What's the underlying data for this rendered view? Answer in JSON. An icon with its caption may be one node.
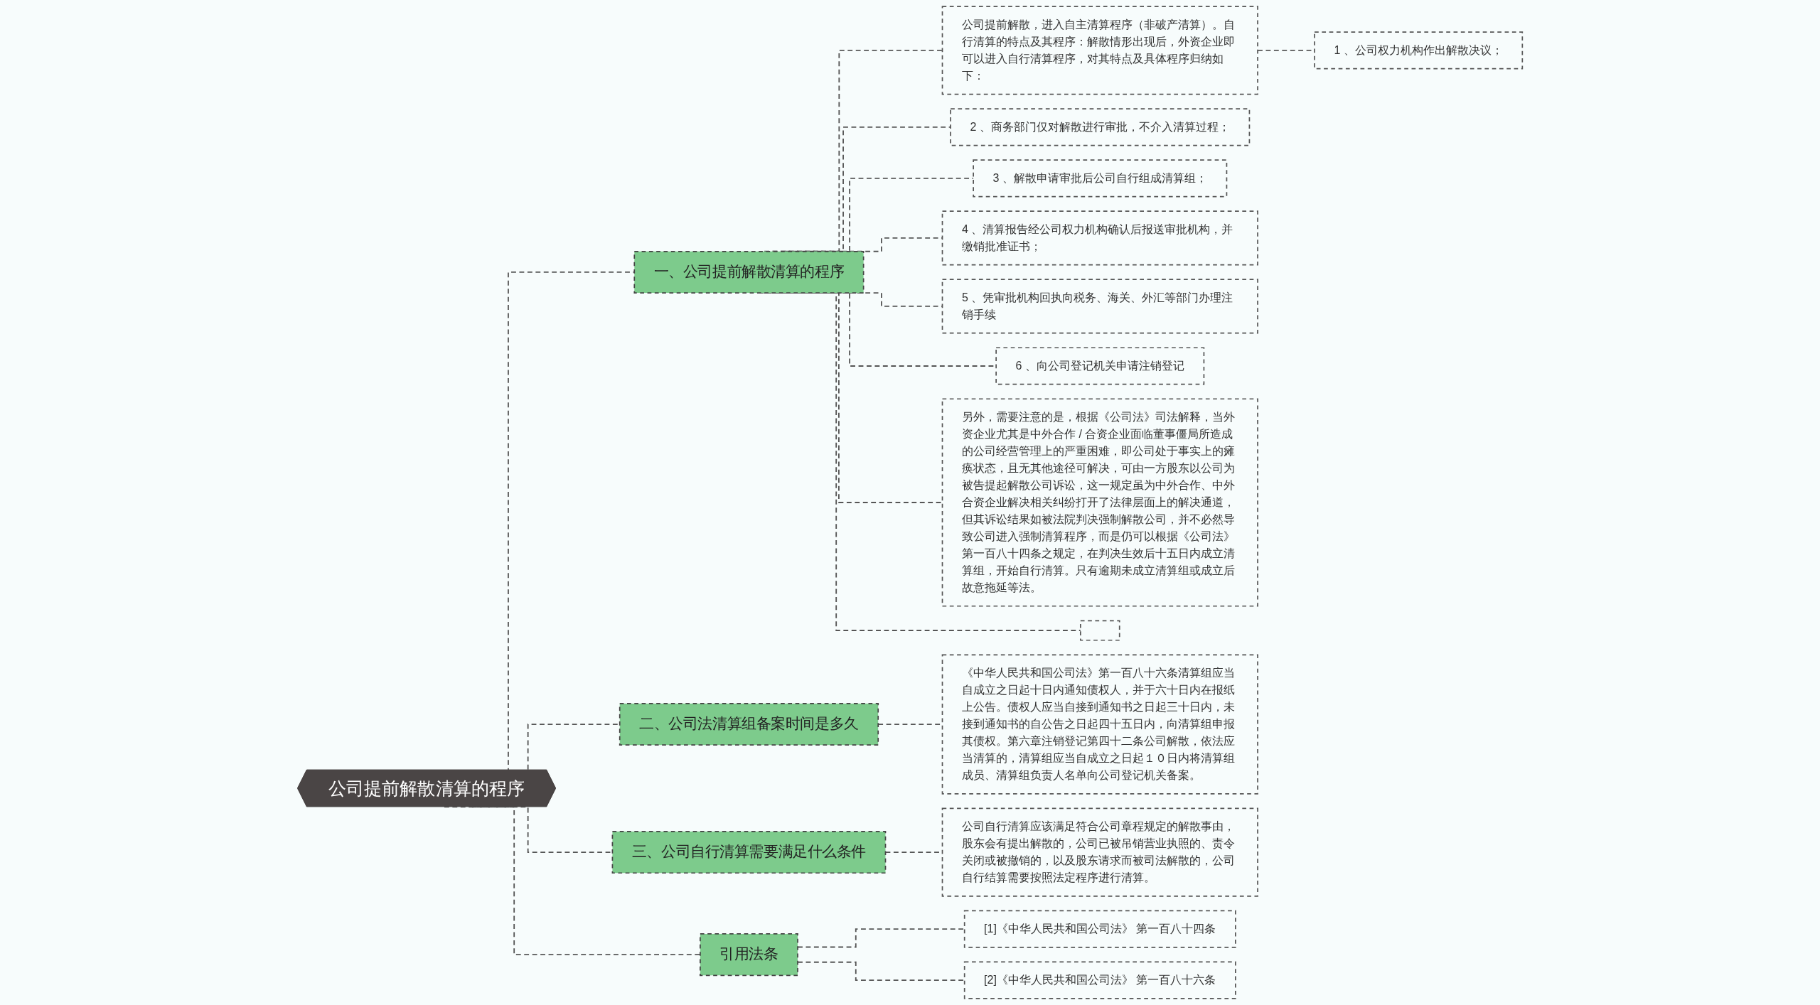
{
  "diagram": {
    "nodes": [
      {
        "text": [
          "公司提前解散清算的程序"
        ]
      },
      {
        "text": [
          "一、公司提前解散清算的程序"
        ]
      },
      {
        "text": [
          "公司提前解散，进入自主清算程序（非破产清算）。自行清算的特点及其程序：解散情形出现后，外资企业即可以进入自行清算程序，对其特点及具体程序归纳如下："
        ]
      },
      {
        "text": [
          "1 、公司权力机构作出解散决议；"
        ]
      },
      {
        "text": [
          "2 、商务部门仅对解散进行审批，不介入清算过程；"
        ]
      },
      {
        "text": [
          "3 、解散申请审批后公司自行组成清算组；"
        ]
      },
      {
        "text": [
          "4 、清算报告经公司权力机构确认后报送审批机构，并缴销批准证书；"
        ]
      },
      {
        "text": [
          "5 、凭审批机构回执向税务、海关、外汇等部门办理注销手续"
        ]
      },
      {
        "text": [
          "6 、向公司登记机关申请注销登记"
        ]
      },
      {
        "text": [
          "另外，需要注意的是，根据《公司法》司法解释，当外资企业尤其是中外合作 / 合资企业面临董事僵局所造成的公司经营管理上的严重困难，即公司处于事实上的瘫痪状态，且无其他途径可解决，可由一方股东以公司为被告提起解散公司诉讼，这一规定虽为中外合作、中外合资企业解决相关纠纷打开了法律层面上的解决通道，但其诉讼结果如被法院判决强制解散公司，并不必然导致公司进入强制清算程序，而是仍可以根据《公司法》第一百八十四条之规定，在判决生效后十五日内成立清算组，开始自行清算。只有逾期未成立清算组或成立后故意拖延等法。"
        ]
      },
      {
        "text": [],
        "shape": "box"
      },
      {
        "text": [
          "二、公司法清算组备案时间是多久"
        ]
      },
      {
        "text": [
          "《中华人民共和国公司法》第一百八十六条清算组应当自成立之日起十日内通知债权人，并于六十日内在报纸上公告。债权人应当自接到通知书之日起三十日内，未接到通知书的自公告之日起四十五日内，向清算组申报其债权。第六章注销登记第四十二条公司解散，依法应当清算的，清算组应当自成立之日起１０日内将清算组成员、清算组负责人名单向公司登记机关备案。"
        ]
      },
      {
        "text": [
          "三、公司自行清算需要满足什么条件"
        ]
      },
      {
        "text": [
          "公司自行清算应该满足符合公司章程规定的解散事由，股东会有提出解散的，公司已被吊销营业执照的、责令关闭或被撤销的，以及股东请求而被司法解散的，公司自行结算需要按照法定程序进行清算。"
        ]
      },
      {
        "text": [
          "引用法条"
        ]
      },
      {
        "text": [
          "[1]《中华人民共和国公司法》 第一百八十四条"
        ]
      },
      {
        "text": [
          "[2]《中华人民共和国公司法》 第一百八十六条"
        ]
      }
    ],
    "edges": [
      {
        "from": 0,
        "to": 1,
        "arrow": "none",
        "style": "dashed"
      },
      {
        "from": 1,
        "to": 2,
        "arrow": "none",
        "style": "dashed"
      },
      {
        "from": 2,
        "to": 3,
        "arrow": "none",
        "style": "dashed"
      },
      {
        "from": 1,
        "to": 4,
        "arrow": "none",
        "style": "dashed"
      },
      {
        "from": 1,
        "to": 5,
        "arrow": "none",
        "style": "dashed"
      },
      {
        "from": 1,
        "to": 6,
        "arrow": "none",
        "style": "dashed"
      },
      {
        "from": 1,
        "to": 7,
        "arrow": "none",
        "style": "dashed"
      },
      {
        "from": 1,
        "to": 8,
        "arrow": "none",
        "style": "dashed"
      },
      {
        "from": 1,
        "to": 9,
        "arrow": "none",
        "style": "dashed"
      },
      {
        "from": 1,
        "to": 10,
        "arrow": "none",
        "style": "dashed"
      },
      {
        "from": 0,
        "to": 11,
        "arrow": "none",
        "style": "dashed"
      },
      {
        "from": 11,
        "to": 12,
        "arrow": "none",
        "style": "dashed"
      },
      {
        "from": 0,
        "to": 13,
        "arrow": "none",
        "style": "dashed"
      },
      {
        "from": 13,
        "to": 14,
        "arrow": "none",
        "style": "dashed"
      },
      {
        "from": 0,
        "to": 15,
        "arrow": "none",
        "style": "dashed"
      },
      {
        "from": 15,
        "to": 16,
        "arrow": "none",
        "style": "dashed"
      },
      {
        "from": 15,
        "to": 17,
        "arrow": "none",
        "style": "dashed"
      }
    ]
  }
}
